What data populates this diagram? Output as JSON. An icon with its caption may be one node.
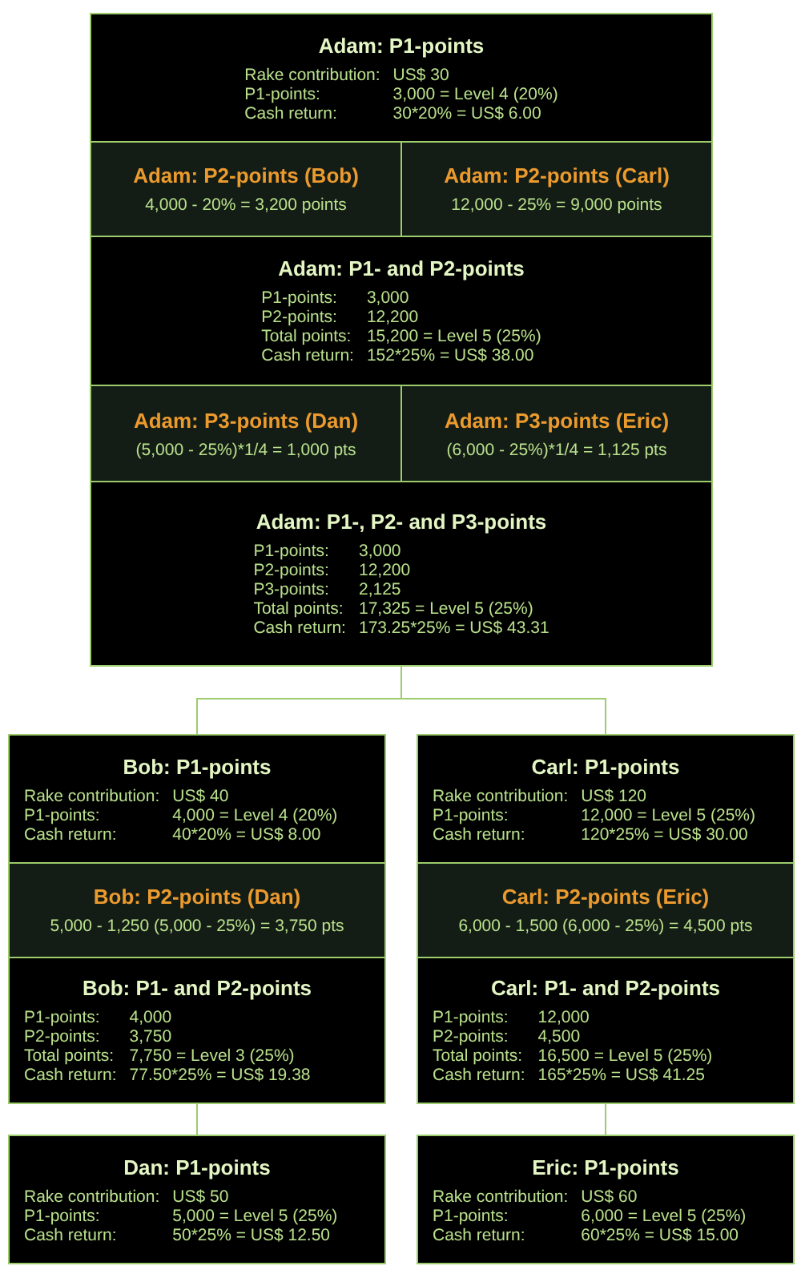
{
  "diagram": {
    "nodes": [
      {
        "text": [
          "Adam: P1-points",
          "Rake contribution:",
          "US$ 30",
          "P1-points:",
          "3,000 = Level 4 (20%)",
          "Cash return:",
          "30*20% = US$ 6.00"
        ]
      },
      {
        "text": [
          "Adam: P2-points (Bob)",
          "4,000 - 20% = 3,200 points"
        ]
      },
      {
        "text": [
          "Adam: P2-points (Carl)",
          "12,000 - 25% = 9,000 points"
        ]
      },
      {
        "text": [
          "Adam: P1- and P2-points",
          "P1-points:",
          "3,000",
          "P2-points:",
          "12,200",
          "Total points:",
          "15,200 = Level 5 (25%)",
          "Cash return:",
          "152*25% = US$ 38.00"
        ]
      },
      {
        "text": [
          "Adam: P3-points (Dan)",
          "(5,000 - 25%)*1/4 = 1,000 pts"
        ]
      },
      {
        "text": [
          "Adam: P3-points (Eric)",
          "(6,000 - 25%)*1/4 = 1,125 pts"
        ]
      },
      {
        "text": [
          "Adam: P1-, P2- and P3-points",
          "P1-points:",
          "3,000",
          "P2-points:",
          "12,200",
          "P3-points:",
          "2,125",
          "Total points:",
          "17,325 = Level 5 (25%)",
          "Cash return:",
          "173.25*25% = US$ 43.31"
        ]
      },
      {
        "text": [
          "Bob: P1-points",
          "Rake contribution:",
          "US$ 40",
          "P1-points:",
          "4,000 = Level 4 (20%)",
          "Cash return:",
          "40*20% = US$ 8.00"
        ]
      },
      {
        "text": [
          "Bob: P2-points (Dan)",
          "5,000 - 1,250 (5,000 - 25%) = 3,750 pts"
        ]
      },
      {
        "text": [
          "Bob: P1- and P2-points",
          "P1-points:",
          "4,000",
          "P2-points:",
          "3,750",
          "Total points:",
          "7,750 = Level 3 (25%)",
          "Cash return:",
          "77.50*25% = US$ 19.38"
        ]
      },
      {
        "text": [
          "Carl: P1-points",
          "Rake contribution:",
          "US$ 120",
          "P1-points:",
          "12,000 = Level 5 (25%)",
          "Cash return:",
          "120*25% = US$ 30.00"
        ]
      },
      {
        "text": [
          "Carl: P2-points (Eric)",
          "6,000 - 1,500 (6,000 - 25%) = 4,500 pts"
        ]
      },
      {
        "text": [
          "Carl: P1- and P2-points",
          "P1-points:",
          "12,000",
          "P2-points:",
          "4,500",
          "Total points:",
          "16,500 = Level 5 (25%)",
          "Cash return:",
          "165*25% = US$ 41.25"
        ]
      },
      {
        "text": [
          "Dan: P1-points",
          "Rake contribution:",
          "US$ 50",
          "P1-points:",
          "5,000 = Level 5 (25%)",
          "Cash return:",
          "50*25% = US$ 12.50"
        ]
      },
      {
        "text": [
          "Eric: P1-points",
          "Rake contribution:",
          "US$ 60",
          "P1-points:",
          "6,000 = Level 5 (25%)",
          "Cash return:",
          "60*25% = US$ 15.00"
        ]
      }
    ],
    "edges": [
      {
        "from": 6,
        "to": 7,
        "arrow": "none"
      },
      {
        "from": 6,
        "to": 10,
        "arrow": "none"
      },
      {
        "from": 9,
        "to": 13,
        "arrow": "none"
      },
      {
        "from": 12,
        "to": 14,
        "arrow": "none"
      }
    ]
  }
}
